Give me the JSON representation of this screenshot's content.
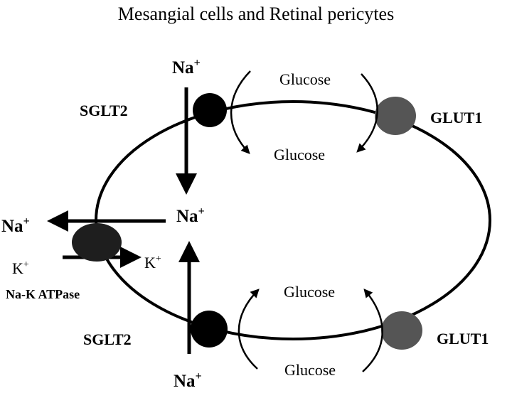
{
  "title": "Mesangial cells and Retinal pericytes",
  "labels": {
    "na_top": "Na",
    "na_center": "Na",
    "na_left": "Na",
    "na_bottom": "Na",
    "plus": "+",
    "k_left": "K",
    "k_right": "K",
    "sglt2_top": "SGLT2",
    "sglt2_bottom": "SGLT2",
    "glut1_top": "GLUT1",
    "glut1_bottom": "GLUT1",
    "na_k_atpase": "Na-K ATPase",
    "glucose_top_upper": "Glucose",
    "glucose_top_lower": "Glucose",
    "glucose_bottom_upper": "Glucose",
    "glucose_bottom_lower": "Glucose"
  },
  "colors": {
    "line": "#000000",
    "sglt2_fill": "#000000",
    "glut1_fill": "#555555",
    "atpase_fill": "#1e1e1e"
  }
}
